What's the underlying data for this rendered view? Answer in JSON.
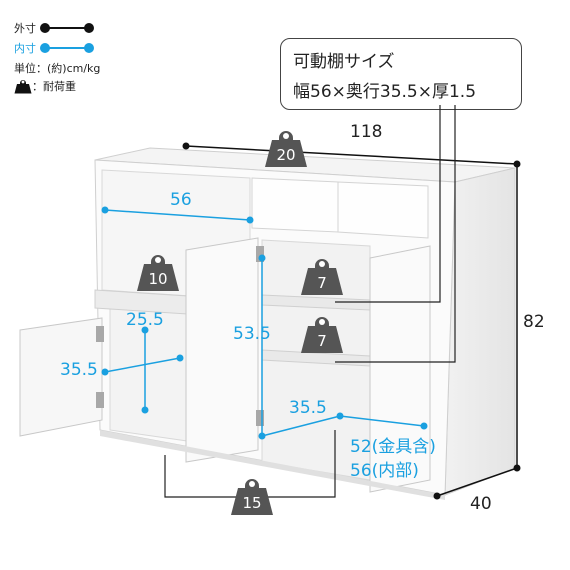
{
  "legend": {
    "outer_label": "外寸",
    "inner_label": "内寸",
    "unit_label": "単位：(約)cm/kg",
    "load_label": "：耐荷重",
    "outer_color": "#111111",
    "inner_color": "#1aa0e0"
  },
  "shelf_note": {
    "line1": "可動棚サイズ",
    "line2": "幅56×奥行35.5×厚1.5"
  },
  "outer_dims": {
    "width": "118",
    "height": "82",
    "depth": "40"
  },
  "inner_dims": {
    "left_width": "56",
    "left_lower_height": "25.5",
    "left_depth": "35.5",
    "center_height": "53.5",
    "right_depth": "35.5",
    "right_width_line1": "52(金具含)",
    "right_width_line2": "56(内部)"
  },
  "loads": {
    "top": "20",
    "left_shelf": "10",
    "right_upper_shelf": "7",
    "right_lower_shelf": "7",
    "bottom_gap": "15"
  },
  "icons": {
    "weight": "weight-icon"
  }
}
